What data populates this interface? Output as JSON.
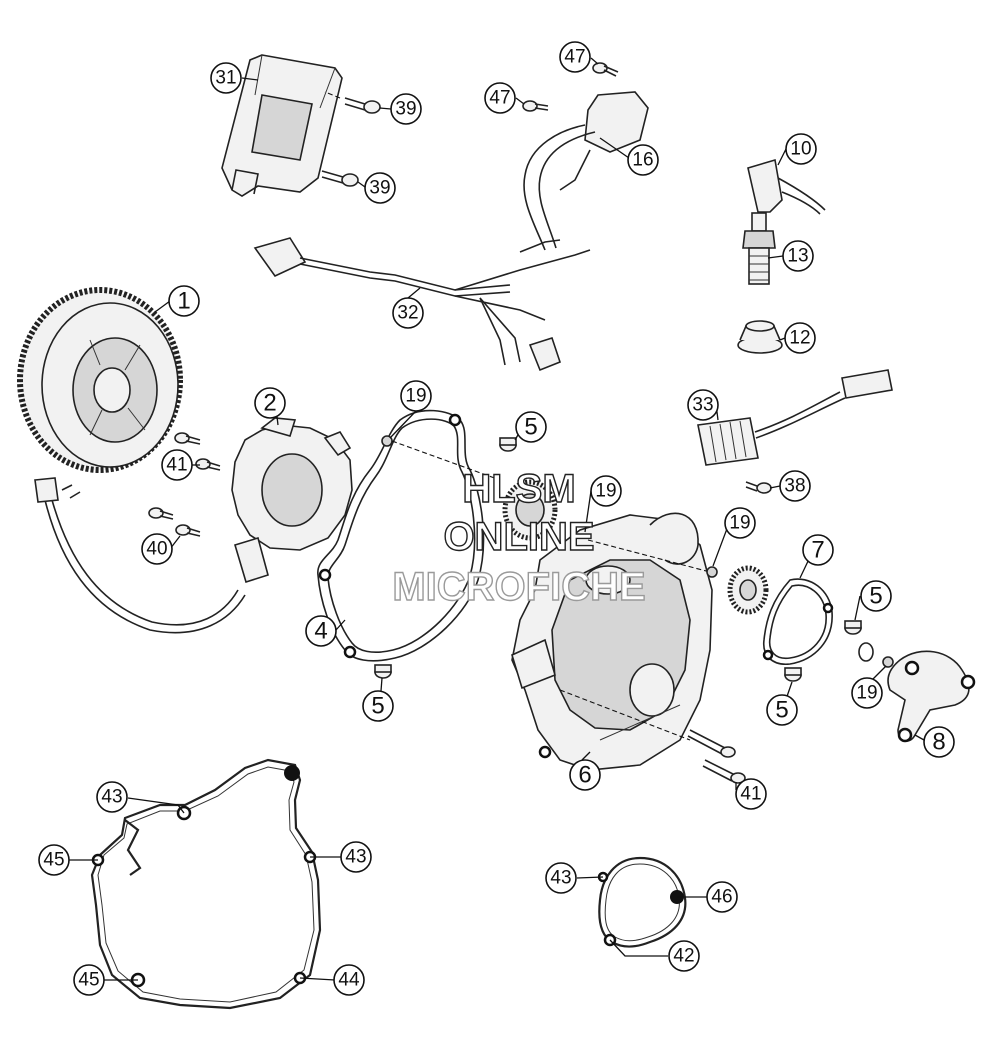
{
  "watermark": {
    "line1": "HLSM",
    "line2": "ONLINE",
    "line3": "MICROFICHE"
  },
  "callouts": {
    "c1": "1",
    "c2": "2",
    "c4": "4",
    "c5a": "5",
    "c5b": "5",
    "c5c": "5",
    "c5d": "5",
    "c6": "6",
    "c7": "7",
    "c8": "8",
    "c10": "10",
    "c12": "12",
    "c13": "13",
    "c16": "16",
    "c19a": "19",
    "c19b": "19",
    "c19c": "19",
    "c19d": "19",
    "c31": "31",
    "c32": "32",
    "c33": "33",
    "c38": "38",
    "c39a": "39",
    "c39b": "39",
    "c40": "40",
    "c41a": "41",
    "c41b": "41",
    "c42": "42",
    "c43a": "43",
    "c43b": "43",
    "c43c": "43",
    "c44": "44",
    "c45a": "45",
    "c45b": "45",
    "c46": "46",
    "c47a": "47",
    "c47b": "47"
  }
}
